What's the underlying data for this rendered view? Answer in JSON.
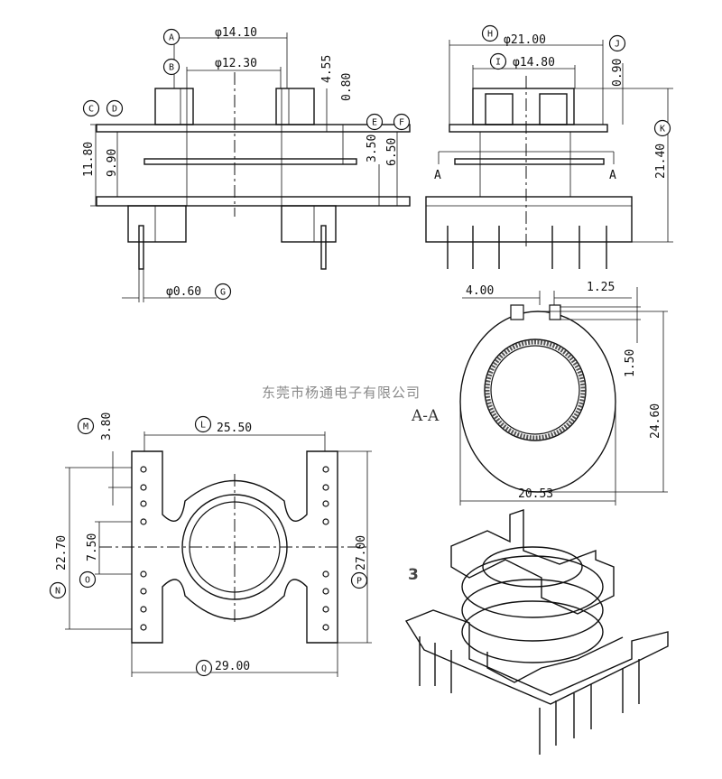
{
  "watermark": "东莞市杨通电子有限公司",
  "section_label": "A-A",
  "iso_view_number": "3",
  "dimensions": {
    "A": "φ14.10",
    "B": "φ12.30",
    "front_4_55": "4.55",
    "front_0_80": "0.80",
    "front_11_80": "11.80",
    "front_9_90": "9.90",
    "E": "3.50",
    "F": "6.50",
    "G": "φ0.60",
    "H": "φ21.00",
    "I": "φ14.80",
    "J": "0.90",
    "K": "21.40",
    "sec_4_00": "4.00",
    "sec_1_25": "1.25",
    "sec_1_50": "1.50",
    "sec_24_60": "24.60",
    "sec_20_53": "20.53",
    "L": "25.50",
    "M": "3.80",
    "N": "22.70",
    "O": "7.50",
    "P": "27.00",
    "Q": "29.00"
  },
  "callout_letters": [
    "A",
    "B",
    "C",
    "D",
    "E",
    "F",
    "G",
    "H",
    "I",
    "J",
    "K",
    "L",
    "M",
    "N",
    "O",
    "P",
    "Q"
  ],
  "section_marks": [
    "A",
    "A"
  ]
}
